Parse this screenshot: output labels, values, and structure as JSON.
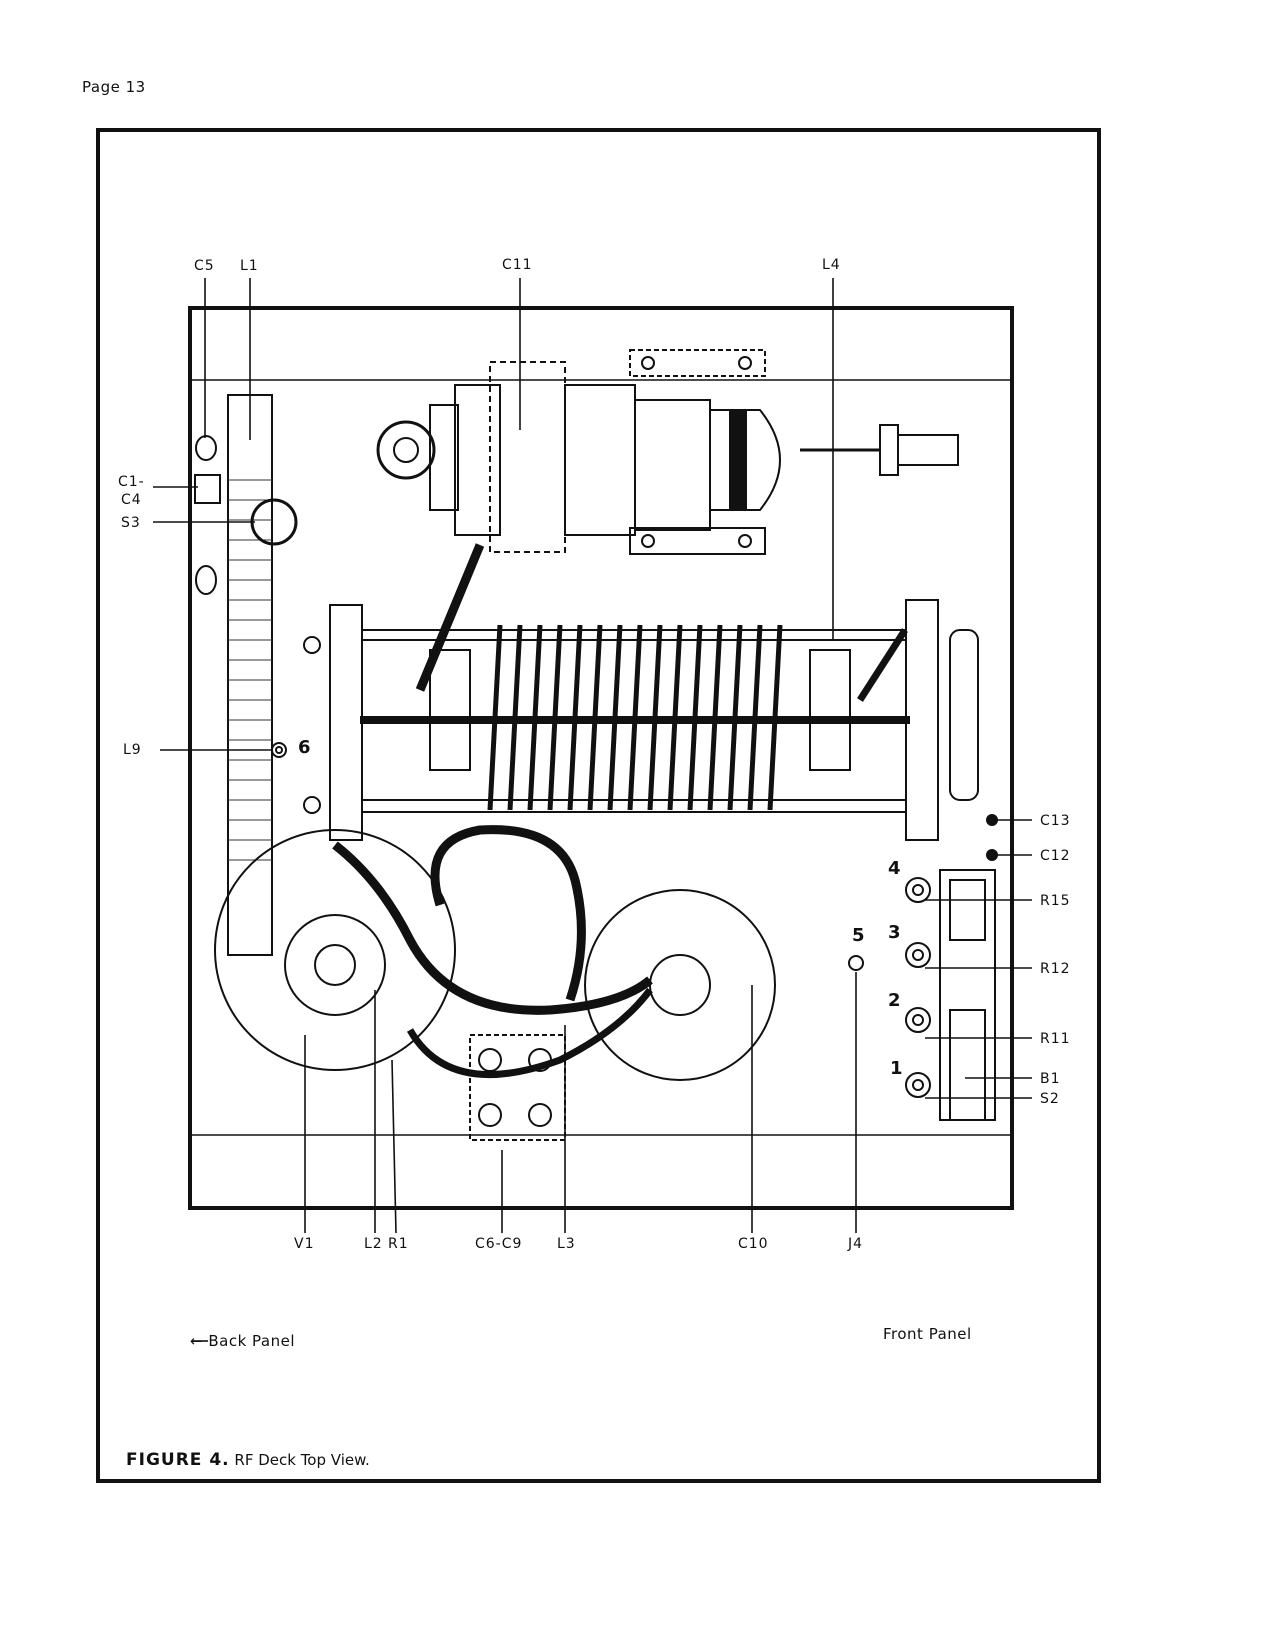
{
  "page_number": "Page 13",
  "caption": {
    "figure_label": "FIGURE 4.",
    "title": "RF Deck Top View."
  },
  "panels": {
    "back": "← Back Panel",
    "front": "Front Panel"
  },
  "labels": {
    "c5": "C5",
    "l1": "L1",
    "c11": "C11",
    "l4": "L4",
    "c1": "C1-",
    "c4": "C4",
    "s3": "S3",
    "l9": "L9",
    "c13": "C13",
    "c12": "C12",
    "r15": "R15",
    "r12": "R12",
    "r11": "R11",
    "b1": "B1",
    "s2": "S2",
    "v1": "V1",
    "l2": "L2",
    "r1": "R1",
    "c6c9": "C6-C9",
    "l3": "L3",
    "c10": "C10",
    "j4": "J4"
  },
  "terminal_numbers": {
    "n1": "1",
    "n2": "2",
    "n3": "3",
    "n4": "4",
    "n5": "5",
    "n6": "6"
  }
}
